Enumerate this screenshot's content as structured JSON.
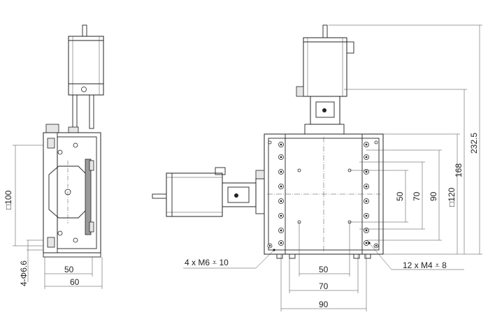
{
  "side_view": {
    "dim_width_inner": "50",
    "dim_width_outer": "60",
    "dim_square": "□100",
    "dim_holes": "4-Φ6.6"
  },
  "top_view": {
    "dim_bottom_50": "50",
    "dim_bottom_70": "70",
    "dim_bottom_90": "90",
    "dim_right_50": "50",
    "dim_right_70": "70",
    "dim_right_90": "90",
    "dim_right_square": "□120",
    "dim_right_168": "168",
    "dim_right_232": "232.5",
    "callout_m6": "4 x  M6 ⩡ 10",
    "callout_m4": "12 x  M4 ⩡ 8"
  }
}
